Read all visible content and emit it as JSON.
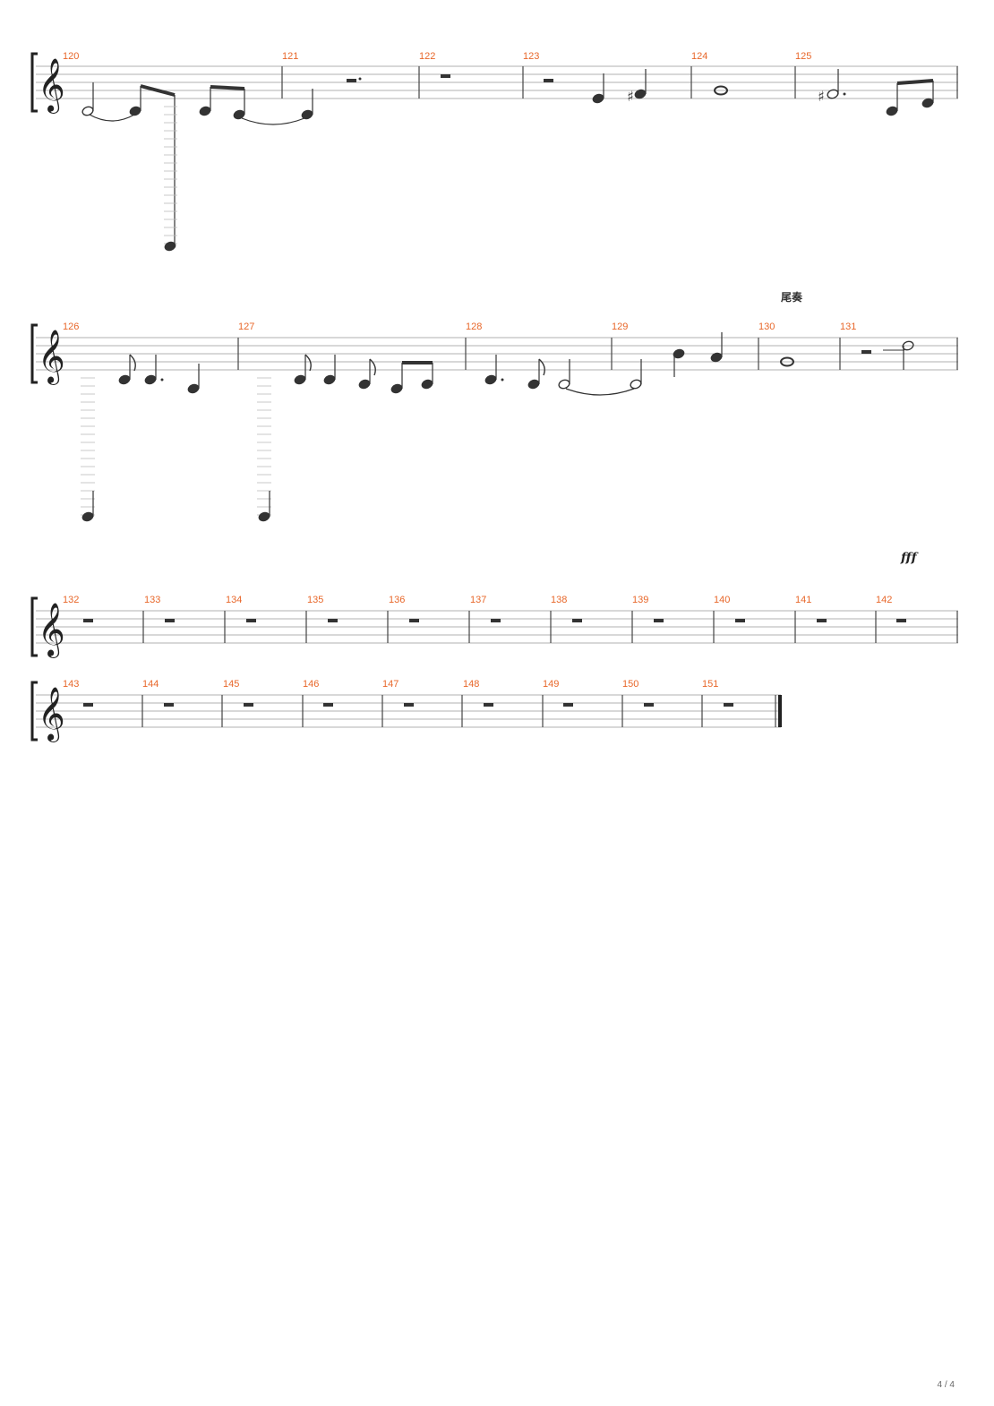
{
  "page_number": "4 / 4",
  "section_label": "尾奏",
  "dynamic_mark": "fff",
  "systems": [
    {
      "measures": [
        "120",
        "121",
        "122",
        "123",
        "124",
        "125"
      ]
    },
    {
      "measures": [
        "126",
        "127",
        "128",
        "129",
        "130",
        "131"
      ]
    },
    {
      "measures": [
        "132",
        "133",
        "134",
        "135",
        "136",
        "137",
        "138",
        "139",
        "140",
        "141",
        "142"
      ]
    },
    {
      "measures": [
        "143",
        "144",
        "145",
        "146",
        "147",
        "148",
        "149",
        "150",
        "151"
      ]
    }
  ]
}
